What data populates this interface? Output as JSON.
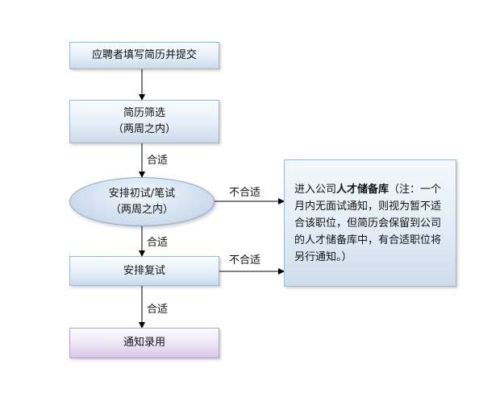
{
  "nodes": {
    "submit": "应聘者填写简历并提交",
    "screening": {
      "line1": "简历筛选",
      "line2": "（两周之内）"
    },
    "first_interview": {
      "line1": "安排初试/笔试",
      "line2": "（两周之内）"
    },
    "second_interview": "安排复试",
    "hire": "通知录用"
  },
  "talent_pool": {
    "prefix": "进入公司",
    "highlight": "人才储备库",
    "note": "（注：一个月内无面试通知，则视为暂不适合该职位，但简历会保留到公司的人才储备库中，有合适职位将另行通知。）"
  },
  "edges": {
    "pass_1": "合适",
    "pass_2": "合适",
    "pass_3": "合适",
    "fail_1": "不合适",
    "fail_2": "不合适"
  }
}
